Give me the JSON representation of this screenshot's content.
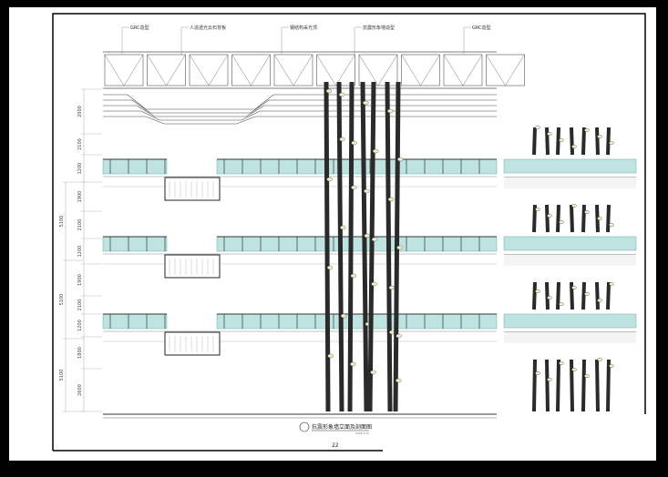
{
  "drawing": {
    "callouts": [
      "GRC造型",
      "人造透光云石背板",
      "钢结构采光顶",
      "抗震形象墙造型",
      "GRC造型"
    ],
    "dimensions_inner": [
      "2000",
      "2100",
      "1200",
      "1900",
      "2100",
      "1200",
      "1900",
      "2100",
      "1200",
      "1800",
      "2600"
    ],
    "dimensions_outer": [
      "5100",
      "5100",
      "5100"
    ],
    "title": "抗震形象墙立面及剖面图",
    "scale_note": "SCALE 1:50",
    "page_number": "22"
  },
  "colors": {
    "glass": "#bfe3e0",
    "post": "#2a2a2a",
    "line": "#888888"
  }
}
